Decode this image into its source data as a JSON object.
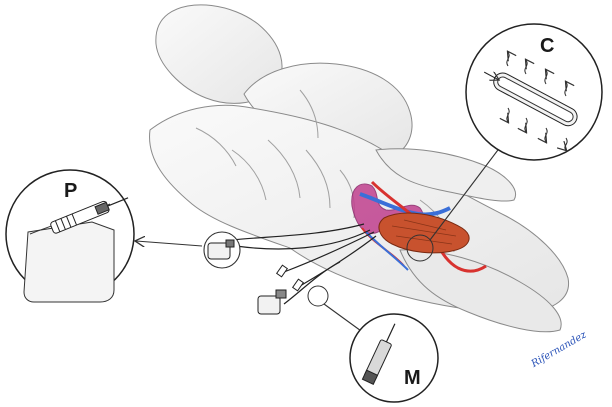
{
  "labels": {
    "catheter_inset": "C",
    "pump_inset": "P",
    "muscle_probe_inset": "M"
  },
  "signature": "Rifernandez",
  "colors": {
    "muscle": "#c8522e",
    "artery": "#d8322f",
    "vein": "#3a6fd8",
    "vessel_pink": "#c0408e",
    "outline": "#7a7a7a",
    "body_fill": "#f1f1f1",
    "signature_ink": "#2a53b8"
  }
}
